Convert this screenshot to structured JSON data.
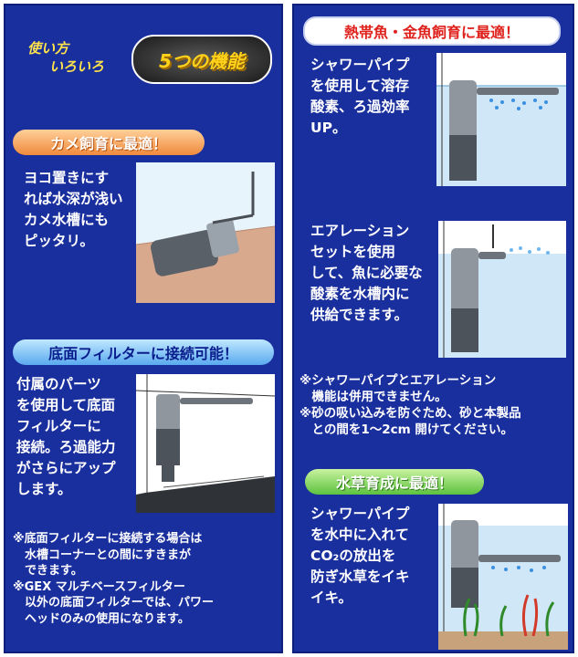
{
  "header": {
    "line1": "使い方",
    "line2": "いろいろ",
    "badge": "5つの機能"
  },
  "sections": {
    "turtle": {
      "title": "カメ飼育に最適！",
      "body": "ヨコ置きにす\nれば水深が浅い\nカメ水槽にも\nピッタリ。"
    },
    "bottom_filter": {
      "title": "底面フィルターに接続可能！",
      "body": "付属のパーツ\nを使用して底面\nフィルターに\n接続。ろ過能力\nがさらにアップ\nします。",
      "notes": "※底面フィルターに接続する場合は\n　水槽コーナーとの間にすきまが\n　できます。\n※GEX マルチベースフィルター\n　以外の底面フィルターでは、パワー\n　ヘッドのみの使用になります。"
    },
    "tropical": {
      "title": "熱帯魚・金魚飼育に最適！",
      "body1": "シャワーパイプ\nを使用して溶存\n酸素、ろ過効率\nUP。",
      "body2": "エアレーション\nセットを使用\nして、魚に必要な\n酸素を水槽内に\n供給できます。",
      "notes": "※シャワーパイプとエアレーション\n　機能は併用できません。\n※砂の吸い込みを防ぐため、砂と本製品\n　との間を1～2cm 開けてください。"
    },
    "plants": {
      "title": "水草育成に最適！",
      "body": "シャワーパイプ\nを水中に入れて\nCO₂の放出を\n防ぎ水草をイキ\nイキ。"
    }
  },
  "colors": {
    "panel": "#1a2f9e",
    "orange_pill": "#f08a3c",
    "blue_pill": "#5aa9ef",
    "green_pill": "#5cc23e",
    "red_text": "#e0221d"
  }
}
